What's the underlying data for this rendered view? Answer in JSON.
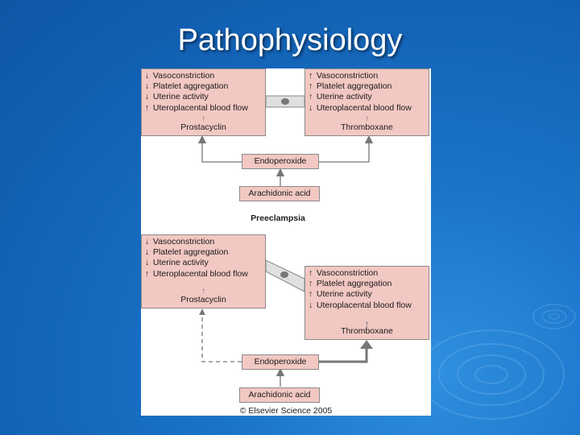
{
  "slide": {
    "title": "Pathophysiology"
  },
  "normal": {
    "prostacyclin_box": {
      "lines": [
        {
          "arrow": "↓",
          "text": "Vasoconstriction"
        },
        {
          "arrow": "↓",
          "text": "Platelet aggregation"
        },
        {
          "arrow": "↓",
          "text": "Uterine activity"
        },
        {
          "arrow": "↑",
          "text": "Uteroplacental blood flow"
        }
      ],
      "label": "Prostacyclin"
    },
    "thromboxane_box": {
      "lines": [
        {
          "arrow": "↑",
          "text": "Vasoconstriction"
        },
        {
          "arrow": "↑",
          "text": "Platelet aggregation"
        },
        {
          "arrow": "↑",
          "text": "Uterine activity"
        },
        {
          "arrow": "↓",
          "text": "Uteroplacental blood flow"
        }
      ],
      "label": "Thromboxane"
    },
    "endoperoxide": "Endoperoxide",
    "arachidonic_acid": "Arachidonic acid"
  },
  "preeclampsia": {
    "heading": "Preeclampsia",
    "prostacyclin_box": {
      "lines": [
        {
          "arrow": "↓",
          "text": "Vasoconstriction"
        },
        {
          "arrow": "↓",
          "text": "Platelet aggregation"
        },
        {
          "arrow": "↓",
          "text": "Uterine activity"
        },
        {
          "arrow": "↑",
          "text": "Uteroplacental blood flow"
        }
      ],
      "label": "Prostacyclin"
    },
    "thromboxane_box": {
      "lines": [
        {
          "arrow": "↑",
          "text": "Vasoconstriction"
        },
        {
          "arrow": "↑",
          "text": "Platelet aggregation"
        },
        {
          "arrow": "↑",
          "text": "Uterine activity"
        },
        {
          "arrow": "↓",
          "text": "Uteroplacental blood flow"
        }
      ],
      "label": "Thromboxane"
    },
    "endoperoxide": "Endoperoxide",
    "arachidonic_acid": "Arachidonic acid"
  },
  "copyright": "© Elsevier Science 2005",
  "colors": {
    "box_fill": "#f2c8c3",
    "background": "#1668bd",
    "title": "#ffffff"
  }
}
